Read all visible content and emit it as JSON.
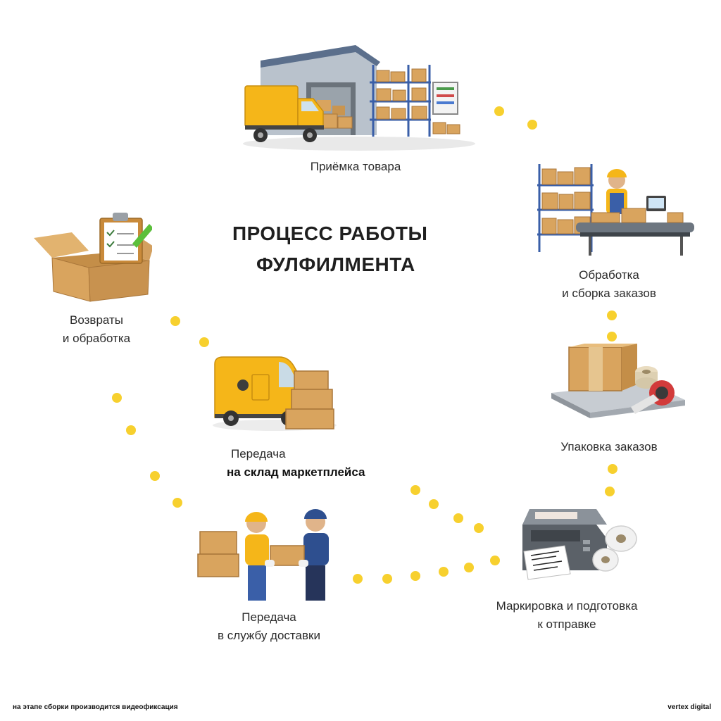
{
  "title": {
    "line1": "ПРОЦЕСС РАБОТЫ",
    "line2": "ФУЛФИЛМЕНТА"
  },
  "steps": [
    {
      "lines": [
        "Приёмка товара"
      ]
    },
    {
      "lines": [
        "Обработка",
        "и сборка заказов"
      ]
    },
    {
      "lines": [
        "Упаковка заказов"
      ]
    },
    {
      "lines": [
        "Маркировка и подготовка",
        "к отправке"
      ]
    },
    {
      "lines": [
        "Передача",
        "в службу доставки"
      ]
    },
    {
      "lines": [
        "Передача",
        "на склад маркетплейса"
      ]
    },
    {
      "lines": [
        "Возвраты",
        "и обработка"
      ]
    }
  ],
  "footnote_left": "на этапе сборки производится видеофиксация",
  "footnote_right": "vertex digital",
  "colors": {
    "dot": "#f7d02e",
    "box": "#d9a45e",
    "box_dark": "#b9803d",
    "truck_yellow": "#f5b619",
    "shelf_blue": "#3a5fa8",
    "text": "#2b2b2b"
  },
  "icons": [
    "warehouse-truck-illustration",
    "worker-conveyor-illustration",
    "packing-scale-illustration",
    "label-printer-illustration",
    "courier-handoff-illustration",
    "delivery-van-illustration",
    "returns-box-clipboard-illustration"
  ]
}
